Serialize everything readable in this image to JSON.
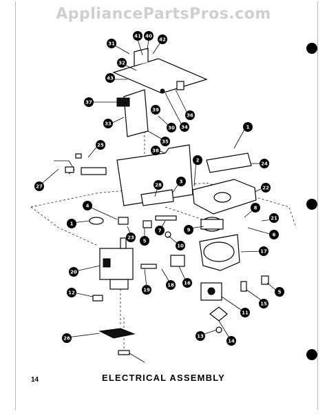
{
  "watermark": "AppliancePartsPros.com",
  "page_number": "14",
  "caption": "ELECTRICAL ASSEMBLY",
  "callouts": [
    "41",
    "40",
    "42",
    "31",
    "32",
    "43",
    "37",
    "39",
    "36",
    "33",
    "30",
    "34",
    "35",
    "25",
    "38",
    "1",
    "2",
    "24",
    "27",
    "28",
    "3",
    "22",
    "4",
    "8",
    "21",
    "1",
    "23",
    "5",
    "7",
    "9",
    "6",
    "10",
    "17",
    "20",
    "19",
    "18",
    "16",
    "12",
    "11",
    "5",
    "15",
    "26",
    "13",
    "14"
  ]
}
